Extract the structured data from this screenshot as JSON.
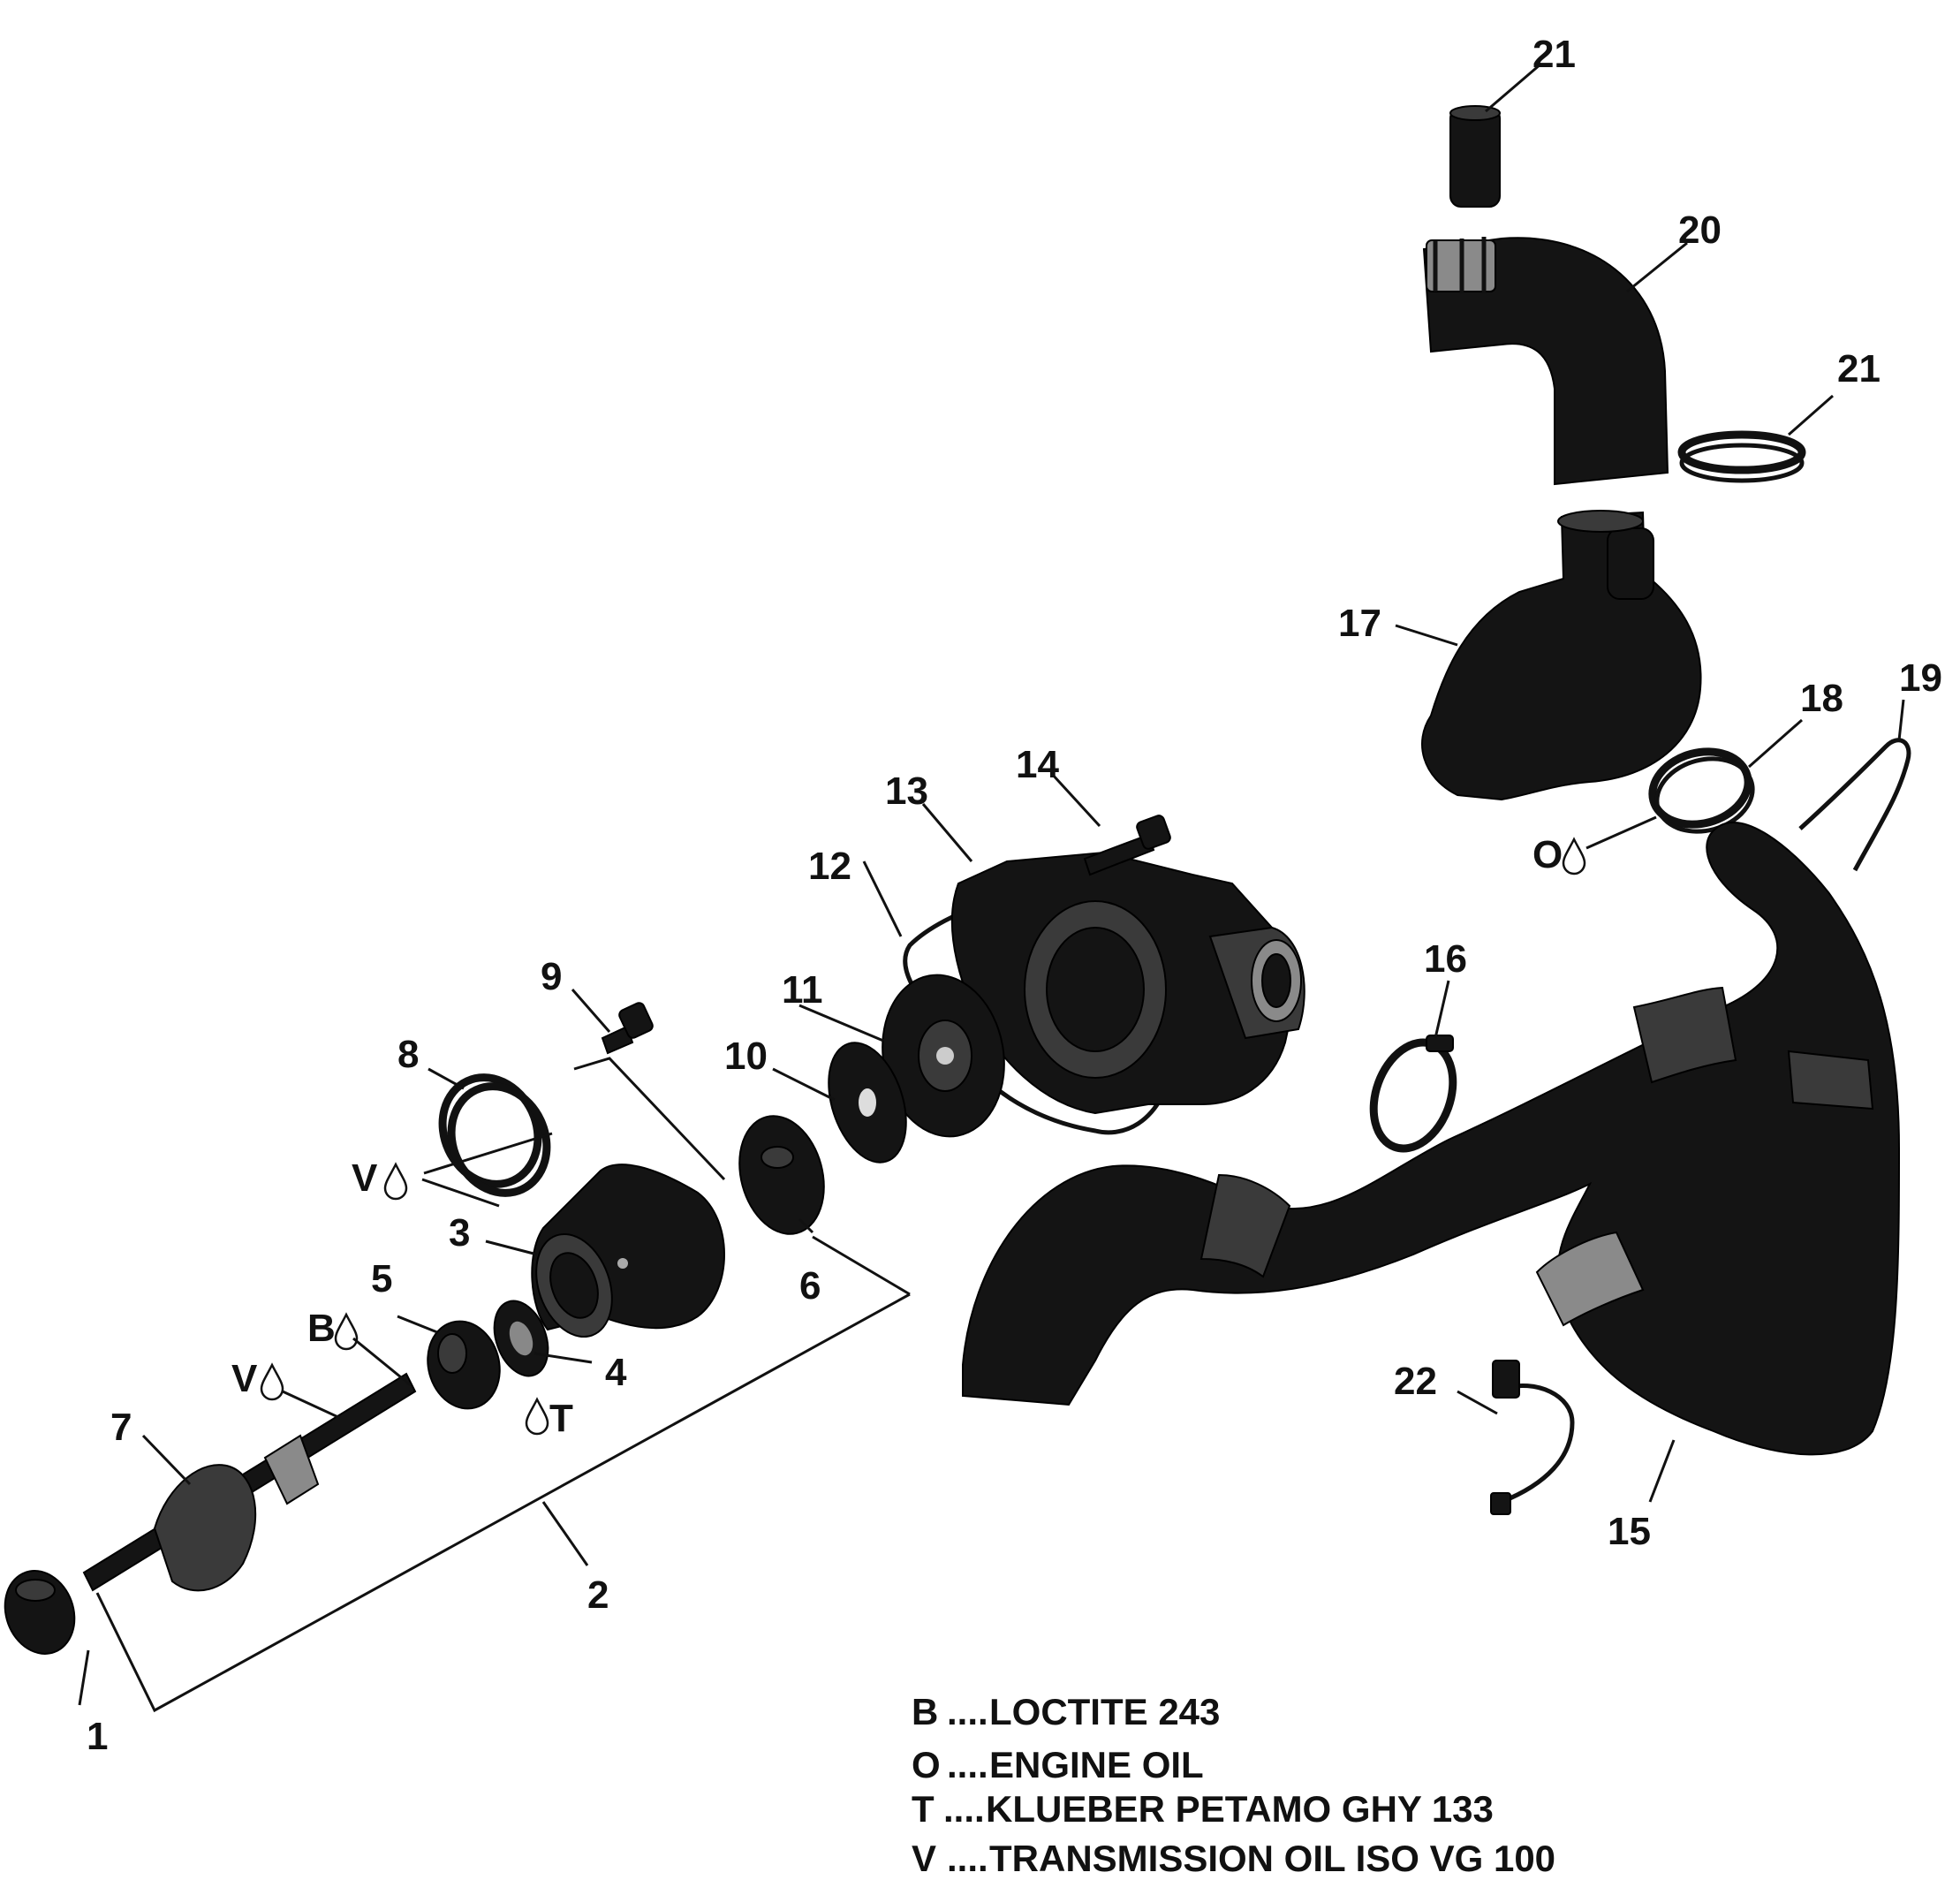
{
  "callouts": {
    "c1": "1",
    "c2": "2",
    "c3": "3",
    "c4": "4",
    "c5": "5",
    "c6": "6",
    "c7": "7",
    "c8": "8",
    "c9": "9",
    "c10": "10",
    "c11": "11",
    "c12": "12",
    "c13": "13",
    "c14": "14",
    "c15": "15",
    "c16": "16",
    "c17": "17",
    "c18": "18",
    "c19": "19",
    "c20": "20",
    "c21a": "21",
    "c21b": "21",
    "c22": "22"
  },
  "lubricant_marks": {
    "v_ring": "V",
    "b_shaft": "B",
    "v_shaft": "V",
    "t_seal": "T",
    "o_ring": "O"
  },
  "legend": [
    {
      "code": "B",
      "dots": "....",
      "text": "LOCTITE 243"
    },
    {
      "code": "O",
      "dots": "....",
      "text": "ENGINE OIL"
    },
    {
      "code": "T",
      "dots": "....",
      "text": "KLUEBER PETAMO GHY 133"
    },
    {
      "code": "V",
      "dots": "....",
      "text": "TRANSMISSION OIL ISO VG 100"
    }
  ]
}
